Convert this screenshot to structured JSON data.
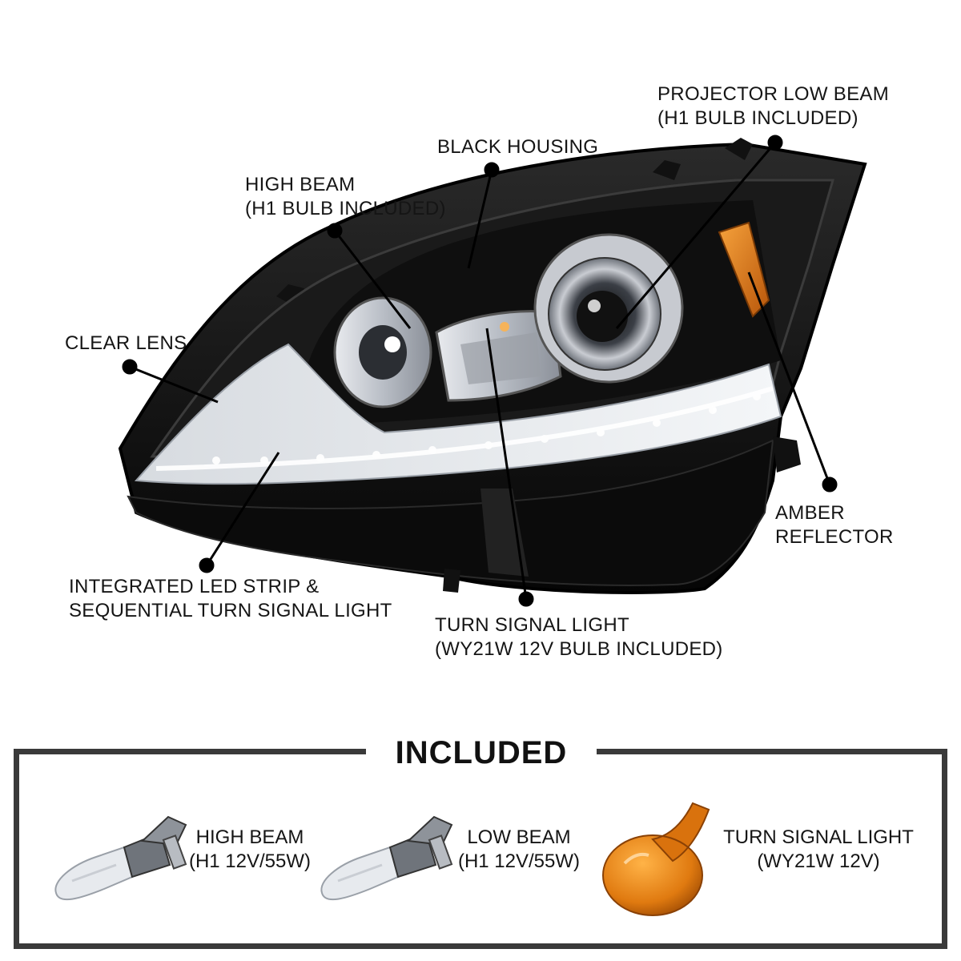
{
  "callouts": {
    "projector_low_beam": [
      "PROJECTOR LOW BEAM",
      "(H1 BULB INCLUDED)"
    ],
    "black_housing": [
      "BLACK HOUSING"
    ],
    "high_beam": [
      "HIGH BEAM",
      "(H1 BULB INCLUDED)"
    ],
    "clear_lens": [
      "CLEAR LENS"
    ],
    "amber_reflector": [
      "AMBER",
      "REFLECTOR"
    ],
    "led_strip": [
      "INTEGRATED LED STRIP &",
      "SEQUENTIAL TURN SIGNAL LIGHT"
    ],
    "turn_signal": [
      "TURN SIGNAL LIGHT",
      "(WY21W 12V BULB INCLUDED)"
    ]
  },
  "included": {
    "title": "INCLUDED",
    "items": [
      {
        "name": "HIGH BEAM",
        "spec": "(H1 12V/55W)",
        "icon": "h1-bulb-icon"
      },
      {
        "name": "LOW BEAM",
        "spec": "(H1 12V/55W)",
        "icon": "h1-bulb-icon"
      },
      {
        "name": "TURN SIGNAL LIGHT",
        "spec": "(WY21W 12V)",
        "icon": "amber-wedge-bulb-icon"
      }
    ]
  },
  "colors": {
    "housing": "#0d0d0d",
    "amber": "#e07a10",
    "frame": "#3a3a3a"
  }
}
